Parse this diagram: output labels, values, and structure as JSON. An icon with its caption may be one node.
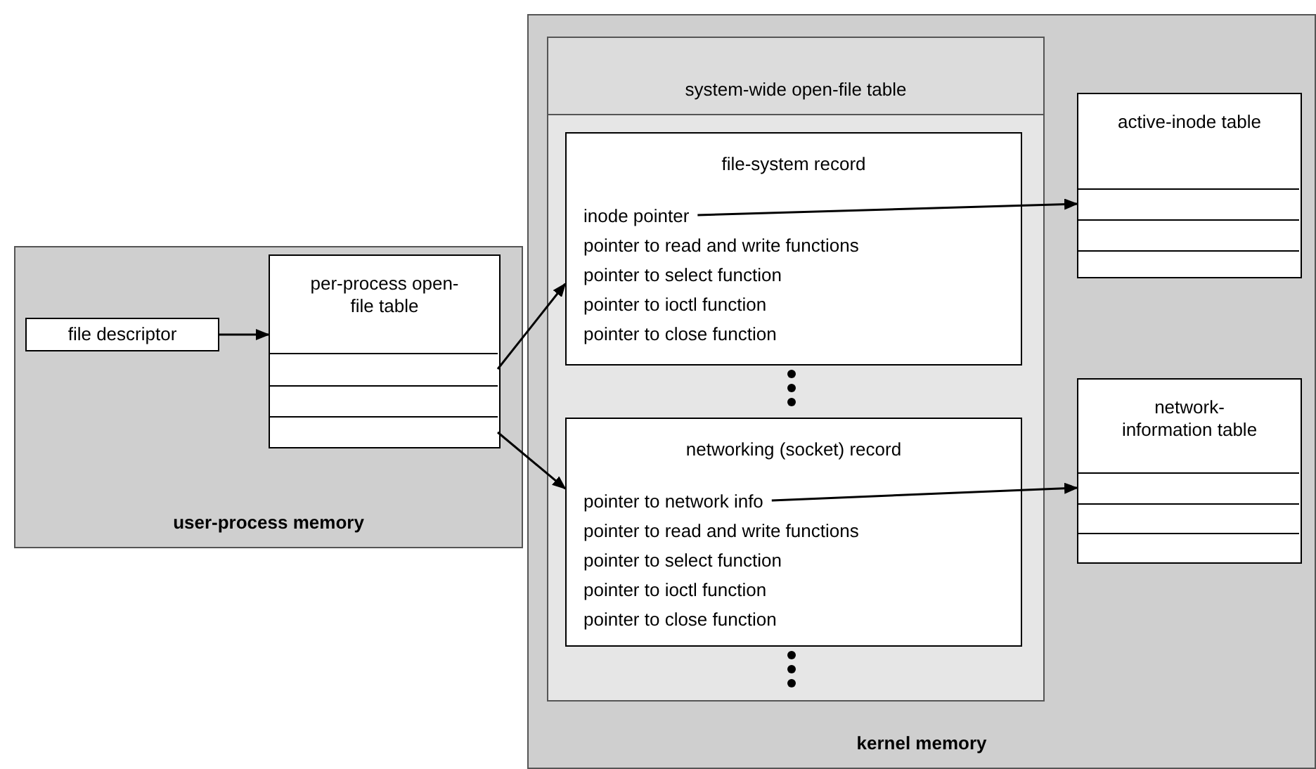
{
  "diagram": {
    "nodes": [
      {
        "text": [
          "user-process memory"
        ]
      },
      {
        "text": [
          "file descriptor"
        ],
        "in": 0
      },
      {
        "text": [
          "per-process open-file table"
        ],
        "in": 0
      },
      {
        "text": [],
        "shape": "box",
        "in": 2
      },
      {
        "text": [],
        "shape": "box",
        "in": 2
      },
      {
        "text": [],
        "shape": "box",
        "in": 2
      },
      {
        "text": [
          "kernel memory"
        ]
      },
      {
        "text": [
          "system-wide open-file table"
        ],
        "in": 6
      },
      {
        "text": [
          "file-system record",
          "pointer to read and write functions",
          "pointer to select function",
          "pointer to ioctl function",
          "pointer to close function"
        ],
        "in": 7
      },
      {
        "text": [
          "inode pointer"
        ],
        "in": 8
      },
      {
        "text": [
          "networking (socket) record",
          "pointer to read and write functions",
          "pointer to select function",
          "pointer to ioctl function",
          "pointer to close function"
        ],
        "in": 7
      },
      {
        "text": [
          "pointer to network info"
        ],
        "in": 10
      },
      {
        "text": [
          "active-inode table"
        ],
        "in": 6
      },
      {
        "text": [],
        "shape": "box",
        "in": 12
      },
      {
        "text": [],
        "shape": "box",
        "in": 12
      },
      {
        "text": [],
        "shape": "box",
        "in": 12
      },
      {
        "text": [
          "network-information table"
        ],
        "in": 6
      },
      {
        "text": [],
        "shape": "box",
        "in": 16
      },
      {
        "text": [],
        "shape": "box",
        "in": 16
      },
      {
        "text": [],
        "shape": "box",
        "in": 16
      }
    ],
    "edges": [
      {
        "from": 1,
        "to": 2,
        "arrow": "to"
      },
      {
        "from": 3,
        "to": 8,
        "arrow": "to"
      },
      {
        "from": 5,
        "to": 10,
        "arrow": "to"
      },
      {
        "from": 9,
        "to": 13,
        "arrow": "to"
      },
      {
        "from": 11,
        "to": 17,
        "arrow": "to"
      }
    ]
  }
}
